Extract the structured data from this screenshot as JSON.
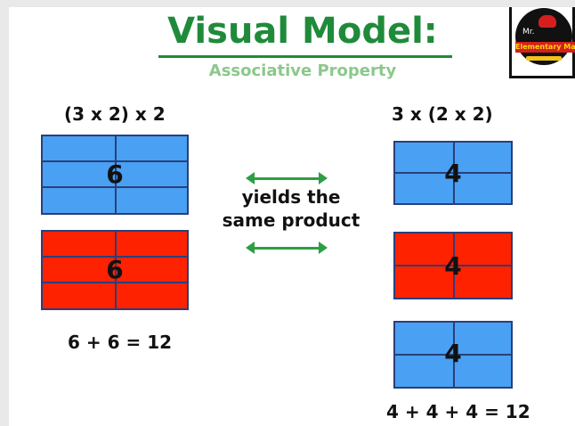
{
  "slide": {
    "title": "Visual Model:",
    "subtitle": "Associative Property"
  },
  "logo": {
    "line1": "Mr.",
    "line2": "Elementary Math"
  },
  "left": {
    "expression": "(3 x 2) x 2",
    "blocks": [
      {
        "color": "blue",
        "rows": 3,
        "cols": 2,
        "label": "6"
      },
      {
        "color": "red",
        "rows": 3,
        "cols": 2,
        "label": "6"
      }
    ],
    "equation": "6 + 6 = 12"
  },
  "right": {
    "expression": "3 x (2 x 2)",
    "blocks": [
      {
        "color": "blue",
        "rows": 2,
        "cols": 2,
        "label": "4"
      },
      {
        "color": "red",
        "rows": 2,
        "cols": 2,
        "label": "4"
      },
      {
        "color": "blue",
        "rows": 2,
        "cols": 2,
        "label": "4"
      }
    ],
    "equation": "4 + 4 + 4 = 12"
  },
  "middle": {
    "line1": "yields the",
    "line2": "same product"
  },
  "colors": {
    "title_green": "#1f8b3a",
    "subtitle_green": "#8cc88c",
    "block_blue": "#4aa0f2",
    "block_red": "#ff2200",
    "grid_line": "#2a3f7a",
    "arrow_green": "#2e9e44"
  }
}
